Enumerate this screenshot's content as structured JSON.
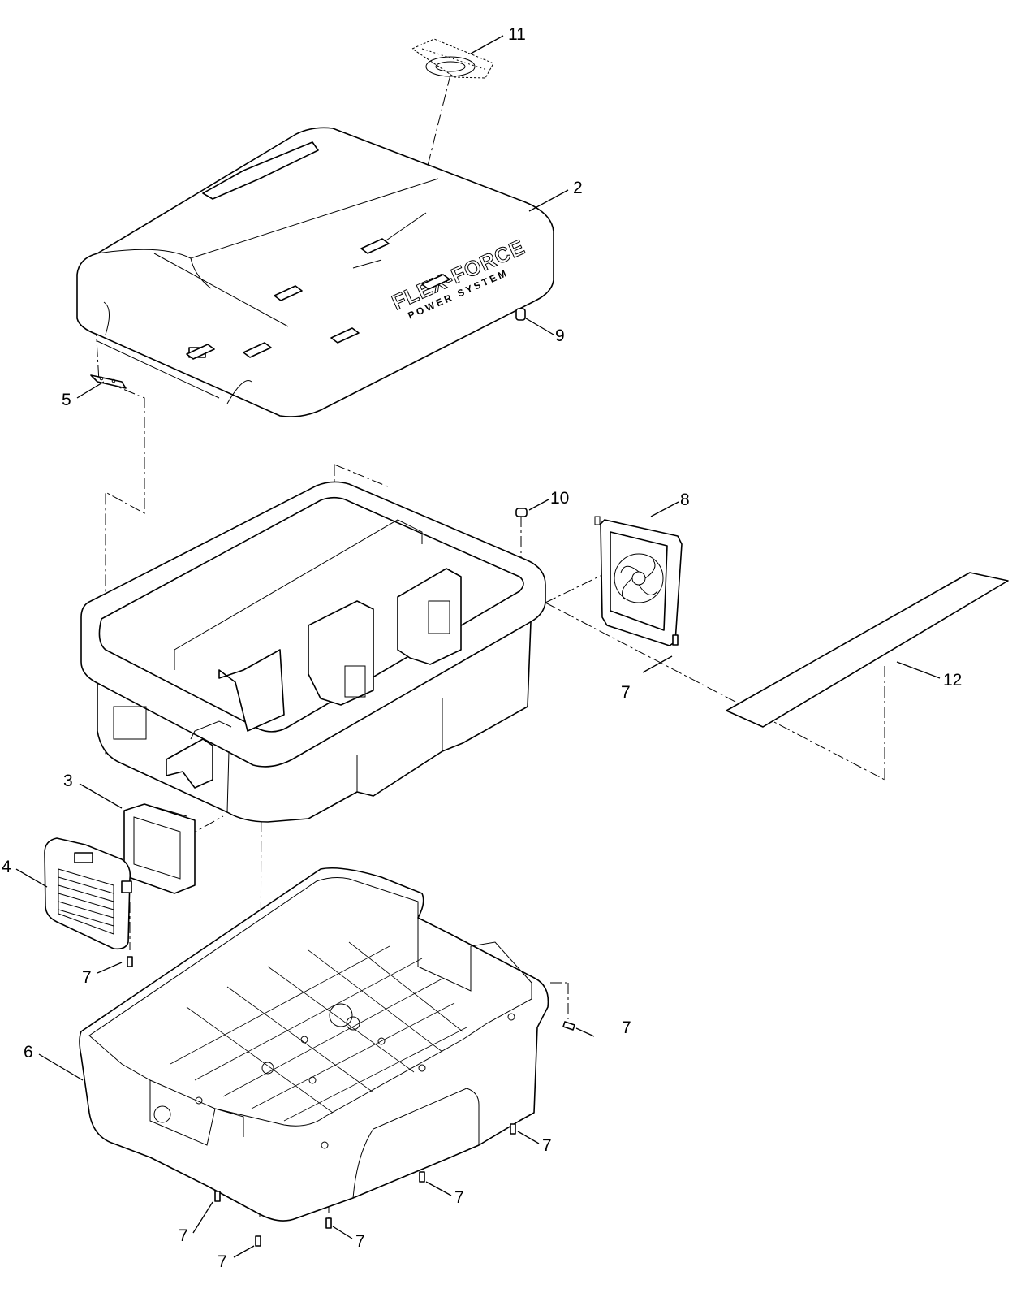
{
  "callouts": {
    "c11": "11",
    "c2": "2",
    "c9": "9",
    "c5": "5",
    "c10": "10",
    "c8": "8",
    "c7_fan": "7",
    "c12": "12",
    "c3": "3",
    "c4": "4",
    "c7_left": "7",
    "c6": "6",
    "c7_right": "7",
    "c7_r2": "7",
    "c7_mid": "7",
    "c7_b1": "7",
    "c7_b2": "7",
    "c7_b3": "7"
  },
  "lid_branding": {
    "line1": "FLEX-FORCE",
    "line2": "POWER SYSTEM"
  },
  "colors": {
    "line": "#000000",
    "background": "#ffffff"
  }
}
